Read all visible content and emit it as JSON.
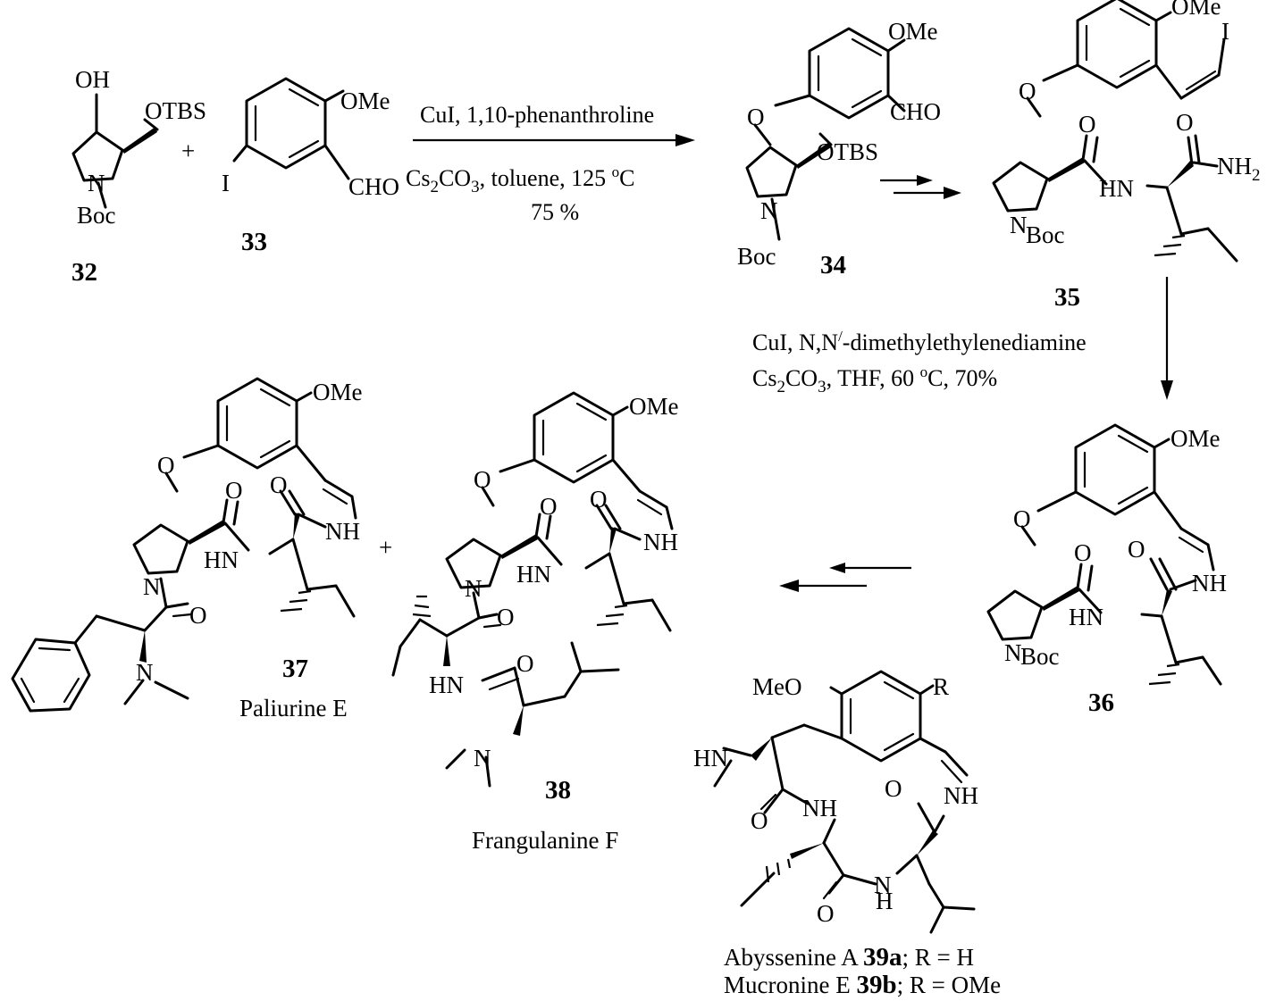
{
  "compounds": {
    "c32": {
      "number": "32",
      "labels": {
        "oh": "OH",
        "otbs": "OTBS",
        "n": "N",
        "boc": "Boc"
      }
    },
    "c33": {
      "number": "33",
      "labels": {
        "ome": "OMe",
        "i": "I",
        "cho": "CHO"
      }
    },
    "c34": {
      "number": "34",
      "labels": {
        "ome": "OMe",
        "cho": "CHO",
        "o": "O",
        "otbs": "OTBS",
        "n": "N",
        "boc": "Boc"
      }
    },
    "c35": {
      "number": "35",
      "labels": {
        "ome": "OMe",
        "i": "I",
        "o": "O",
        "n": "N",
        "boc": "Boc",
        "o1": "O",
        "o2": "O",
        "hn": "HN",
        "nh": "NH",
        "nh_sub": "2"
      }
    },
    "c36": {
      "number": "36",
      "labels": {
        "ome": "OMe",
        "o": "O",
        "n": "N",
        "boc": "Boc",
        "o1": "O",
        "o2": "O",
        "hn": "HN",
        "nh": "NH"
      }
    },
    "c37": {
      "number": "37",
      "name": "Paliurine E",
      "labels": {
        "ome": "OMe",
        "o": "O",
        "n": "N",
        "o1": "O",
        "o2": "O",
        "o3": "O",
        "hn": "HN",
        "nh": "NH",
        "nme": "N"
      }
    },
    "c38": {
      "number": "38",
      "name": "Frangulanine F",
      "labels": {
        "ome": "OMe",
        "o": "O",
        "n": "N",
        "o1": "O",
        "o2": "O",
        "o3": "O",
        "o4": "O",
        "hn": "HN",
        "hn2": "HN",
        "nh": "NH",
        "nme": "N"
      }
    },
    "c39": {
      "labels": {
        "meo": "MeO",
        "r": "R",
        "hn": "HN",
        "o1": "O",
        "nh1": "NH",
        "o2": "O",
        "nh2": "NH",
        "o3": "O",
        "n": "N",
        "h": "H"
      },
      "caption_a": {
        "name": "Abyssenine A",
        "number": "39a",
        "rest": "; R = H"
      },
      "caption_b": {
        "name": "Mucronine E",
        "number": "39b",
        "rest": "; R = OMe"
      }
    }
  },
  "plus_signs": [
    "+",
    "+"
  ],
  "reactions": {
    "step1": {
      "line1": "CuI, 1,10-phenanthroline",
      "line2_a": "Cs",
      "line2_sub": "2",
      "line2_b": "CO",
      "line2_sub2": "3",
      "line2_c": ", toluene, 125 ",
      "line2_sup": "o",
      "line2_d": "C",
      "line3": "75 %"
    },
    "step2": {
      "line1_a": "CuI, N,N",
      "line1_sup": "/",
      "line1_b": "-dimethylethylenediamine",
      "line2_a": "Cs",
      "line2_sub": "2",
      "line2_b": "CO",
      "line2_sub2": "3",
      "line2_c": ", THF, 60 ",
      "line2_sup": "o",
      "line2_d": "C, 70%"
    }
  }
}
